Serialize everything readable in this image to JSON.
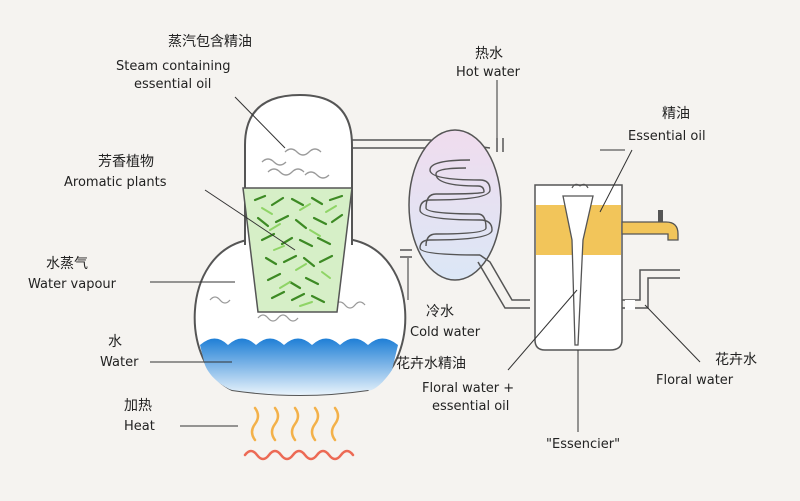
{
  "labels": {
    "steam_zh": "蒸汽包含精油",
    "steam_en_1": "Steam containing",
    "steam_en_2": "essential oil",
    "plants_zh": "芳香植物",
    "plants_en": "Aromatic plants",
    "vapour_zh": "水蒸气",
    "vapour_en": "Water vapour",
    "water_zh": "水",
    "water_en": "Water",
    "heat_zh": "加热",
    "heat_en": "Heat",
    "hot_zh": "热水",
    "hot_en": "Hot water",
    "cold_zh": "冷水",
    "cold_en": "Cold water",
    "oil_zh": "精油",
    "oil_en": "Essential oil",
    "mix_zh": "花卉水精油",
    "mix_en_1": "Floral water +",
    "mix_en_2": "essential oil",
    "floral_zh": "花卉水",
    "floral_en": "Floral water",
    "essencier": "\"Essencier\""
  },
  "colors": {
    "water": "#4a9be0",
    "oil": "#f2c55a",
    "plants": "#6abf3c",
    "heat": "#f07050",
    "condenser": "#e8d2ea",
    "outline": "#555555"
  }
}
